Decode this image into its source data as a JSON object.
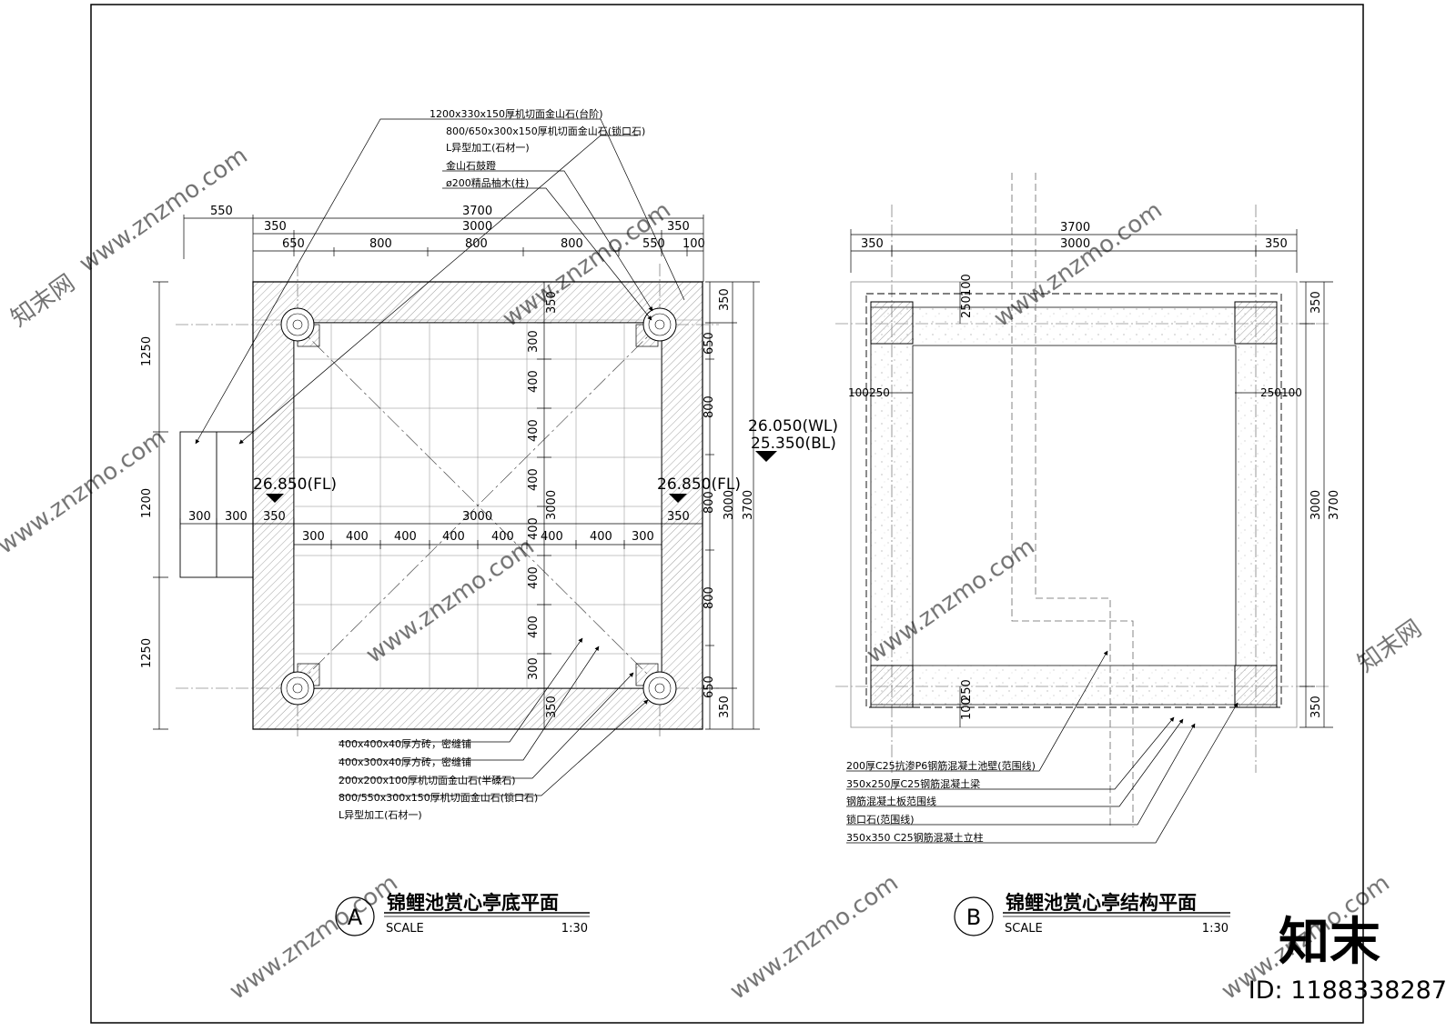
{
  "planA": {
    "title": "锦鲤池赏心亭底平面",
    "badge": "A",
    "scale_label": "SCALE",
    "scale_value": "1:30",
    "top_callouts": [
      "1200x330x150厚机切面金山石(台阶)",
      "800/650x300x150厚机切面金山石(锁口石)",
      "L异型加工(石材一)",
      "金山石鼓蹬",
      "ø200精品柚木(柱)"
    ],
    "bottom_callouts": [
      "400x400x40厚方砖，密缝铺",
      "400x300x40厚方砖，密缝铺",
      "200x200x100厚机切面金山石(半磉石)",
      "800/550x300x150厚机切面金山石(锁口石)",
      "L异型加工(石材一)"
    ],
    "levels": {
      "floor_left": "26.850(FL)",
      "floor_right": "26.850(FL)",
      "water": "26.050(WL)",
      "bottom": "25.350(BL)"
    },
    "dims": {
      "top_550": "550",
      "top_3700": "3700",
      "top_350l": "350",
      "top_3000": "3000",
      "top_350r": "350",
      "seg_650": "650",
      "seg_800a": "800",
      "seg_800b": "800",
      "seg_800c": "800",
      "seg_550": "550",
      "seg_100": "100",
      "left_1250a": "1250",
      "left_1200": "1200",
      "left_1250b": "1250",
      "right_650a": "650",
      "right_800a": "800",
      "right_800b": "800",
      "right_800c": "800",
      "right_650b": "650",
      "right_350a": "350",
      "right_350b": "350",
      "right_3000": "3000",
      "right_3700": "3700",
      "step_300a": "300",
      "step_300b": "300",
      "mid_350l": "350",
      "mid_3000": "3000",
      "mid_350r": "350",
      "hrow": [
        "300",
        "400",
        "400",
        "400",
        "400",
        "400",
        "400",
        "300"
      ],
      "vcol": [
        "300",
        "400",
        "400",
        "400",
        "3000",
        "400",
        "400",
        "400",
        "300"
      ],
      "inner_350t": "350",
      "inner_350b": "350"
    }
  },
  "planB": {
    "title": "锦鲤池赏心亭结构平面",
    "badge": "B",
    "scale_label": "SCALE",
    "scale_value": "1:30",
    "callouts": [
      "200厚C25抗渗P6钢筋混凝土池壁(范围线)",
      "350x250厚C25钢筋混凝土梁",
      "钢筋混凝土板范围线",
      "锁口石(范围线)",
      "350x350  C25钢筋混凝土立柱"
    ],
    "dims": {
      "top_3700": "3700",
      "top_350l": "350",
      "top_3000": "3000",
      "top_350r": "350",
      "in_100t": "100",
      "in_250t": "250",
      "in_100b": "100",
      "in_250b": "250",
      "l_100": "100",
      "l_250": "250",
      "r_250": "250",
      "r_100": "100",
      "right_350a": "350",
      "right_3000": "3000",
      "right_3700": "3700",
      "right_350b": "350"
    }
  },
  "watermark": {
    "site": "www.znzmo.com",
    "brand": "知末网",
    "logo": "知末",
    "id_text": "ID: 1188338287"
  }
}
